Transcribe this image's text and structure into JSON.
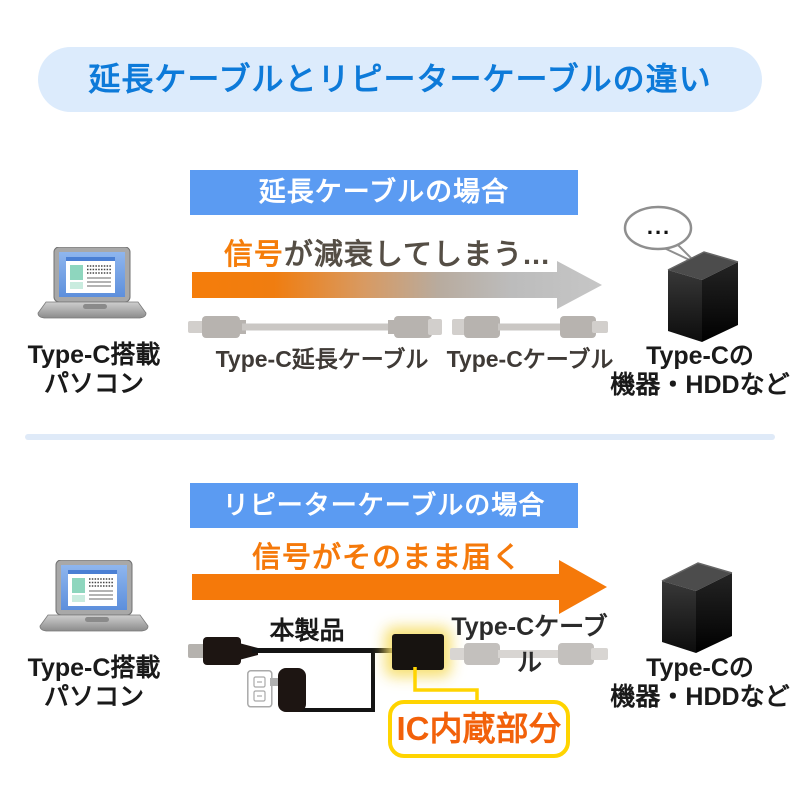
{
  "title": {
    "text": "延長ケーブルとリピーターケーブルの違い"
  },
  "ext": {
    "header": "延長ケーブルの場合",
    "caption_highlight": "信号",
    "caption_rest": "が減衰してしまう...",
    "laptop_label_1": "Type-C搭載",
    "laptop_label_2": "パソコン",
    "extension_cable_label": "Type-C延長ケーブル",
    "typec_cable_label": "Type-Cケーブル",
    "bubble_text": "...",
    "device_label_1": "Type-Cの",
    "device_label_2": "機器・HDDなど"
  },
  "rep": {
    "header": "リピーターケーブルの場合",
    "caption": "信号がそのまま届く",
    "laptop_label_1": "Type-C搭載",
    "laptop_label_2": "パソコン",
    "product_label": "本製品",
    "typec_cable_label": "Type-Cケーブル",
    "ic_label": "IC内蔵部分",
    "device_label_1": "Type-Cの",
    "device_label_2": "機器・HDDなど"
  },
  "colors": {
    "title_bg": "#dcebfc",
    "title_text": "#0d7ad9",
    "header_bg": "#5b9bf2",
    "header_text": "#ffffff",
    "orange": "#f57d0a",
    "caption_dark": "#554e45",
    "arrow_gray": "#c3c3c3",
    "divider": "#dfeaf8",
    "ic_border": "#ffd400",
    "ic_text": "#f2610a",
    "glow": "#f7de6a",
    "label_black": "#1a1a1a"
  }
}
